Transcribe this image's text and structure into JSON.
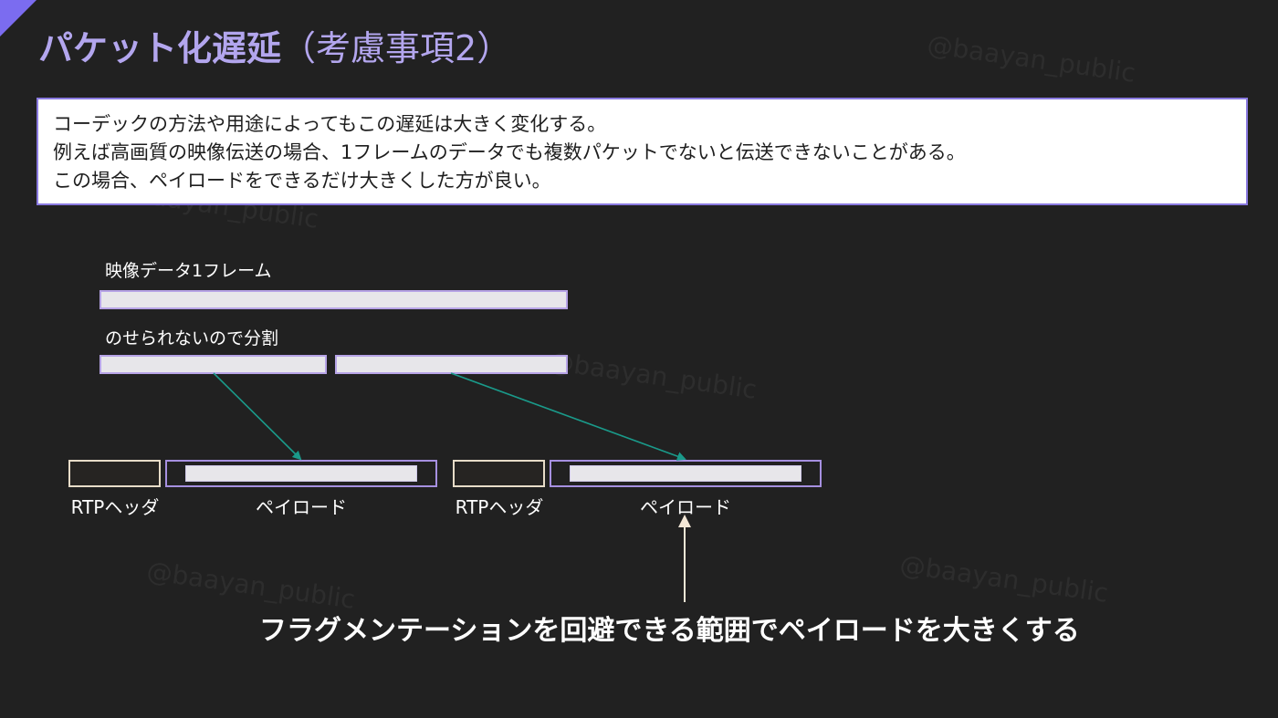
{
  "title": {
    "main": "パケット化遅延",
    "sub": "（考慮事項2）"
  },
  "watermark": "@baayan_public",
  "description": {
    "lines": [
      "コーデックの方法や用途によってもこの遅延は大きく変化する。",
      "例えば高画質の映像伝送の場合、1フレームのデータでも複数パケットでないと伝送できないことがある。",
      "この場合、ペイロードをできるだけ大きくした方が良い。"
    ]
  },
  "diagram": {
    "frame_label": "映像データ1フレーム",
    "split_label": "のせられないので分割",
    "packets": [
      {
        "header_label": "RTPヘッダ",
        "payload_label": "ペイロード"
      },
      {
        "header_label": "RTPヘッダ",
        "payload_label": "ペイロード"
      }
    ]
  },
  "conclusion": "フラグメンテーションを回避できる範囲でペイロードを大きくする",
  "colors": {
    "background": "#212121",
    "accent": "#7b6cf0",
    "title": "#b3a6ee",
    "arrow_teal": "#1a9a8a",
    "arrow_cream": "#f3e7d6"
  }
}
